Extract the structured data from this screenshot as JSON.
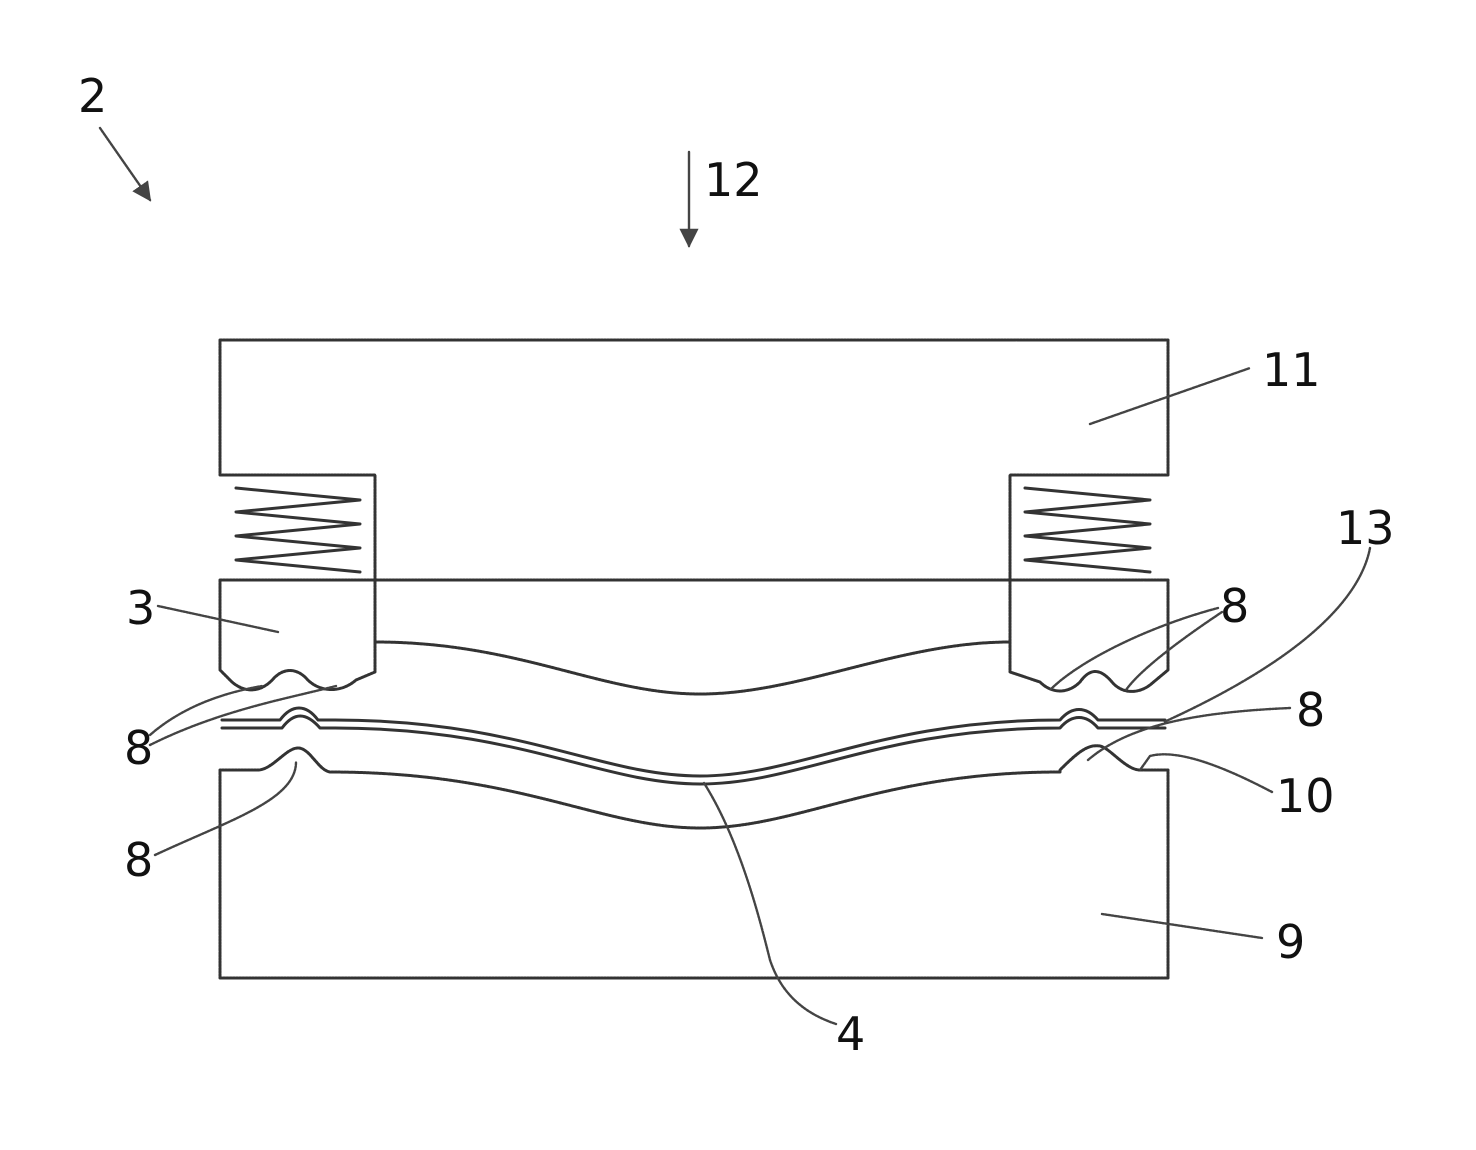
{
  "figure": {
    "labels": {
      "device": "2",
      "clamp": "3",
      "sheet": "4",
      "bead_left_upper": "8",
      "bead_left_lower": "8",
      "bead_right_upper": "8",
      "bead_right_mid": "8",
      "lower_die": "9",
      "recess": "10",
      "upper_die": "11",
      "press_direction": "12",
      "edge_region": "13"
    }
  }
}
